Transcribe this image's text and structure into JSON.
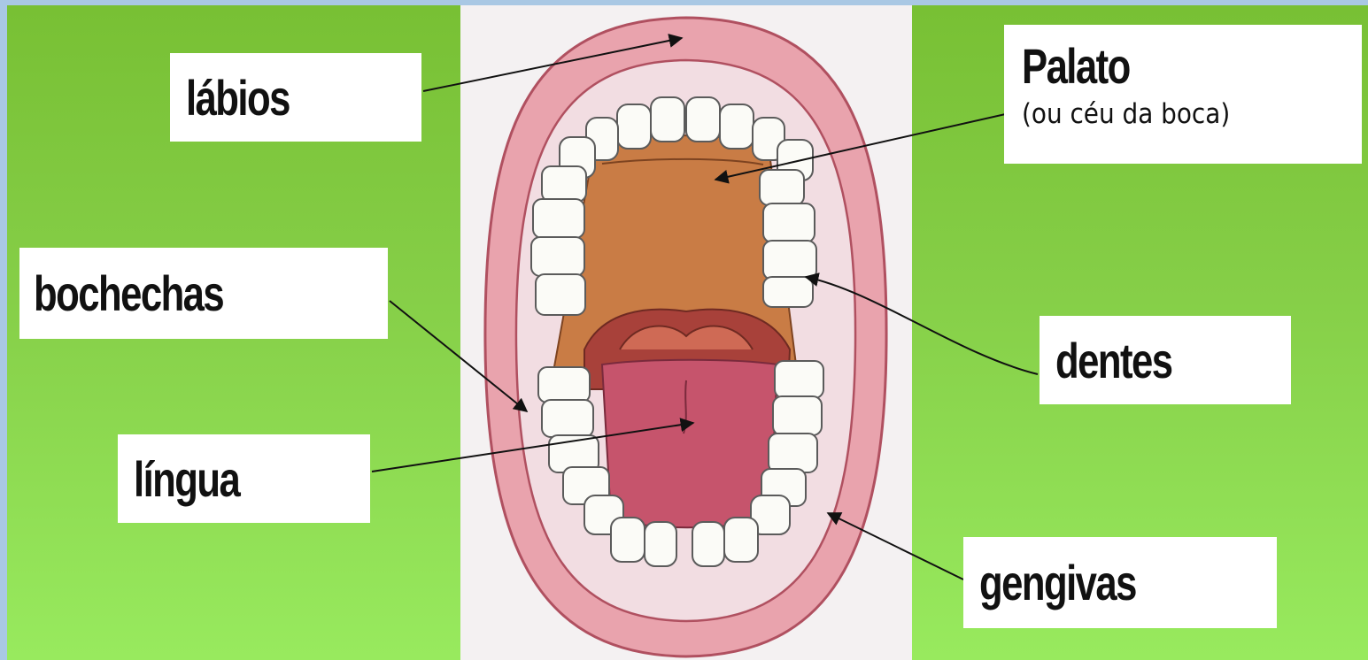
{
  "labels": {
    "labios": "lábios",
    "palato": "Palato",
    "palato_sub": "(ou céu da boca)",
    "bochechas": "bochechas",
    "dentes": "dentes",
    "lingua": "língua",
    "gengivas": "gengivas"
  },
  "colors": {
    "background": "#86cf48",
    "lips": "#e79aa4",
    "palate": "#c97c45",
    "tongue": "#c6546c",
    "teeth": "#fbfbf7"
  }
}
